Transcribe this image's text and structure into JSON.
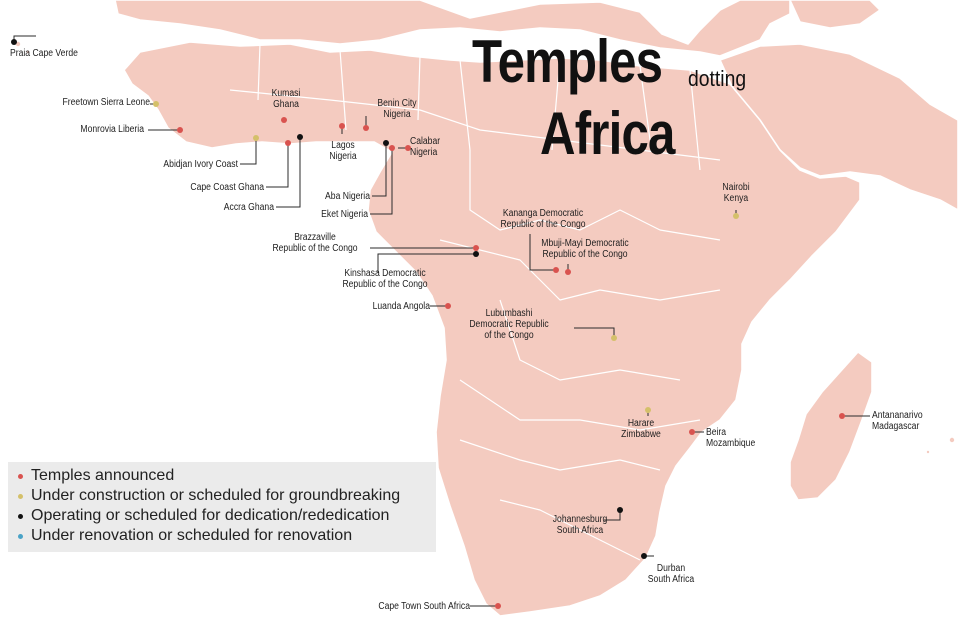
{
  "title": {
    "line1": "Temples",
    "dotting": "dotting",
    "line2": "Africa"
  },
  "colors": {
    "land": "#f4cbc0",
    "border": "#ffffff",
    "announced": "#d9534f",
    "under_construction": "#d4c06a",
    "operating": "#111111",
    "renovation": "#4aa3c7"
  },
  "legend": {
    "announced": "Temples announced",
    "under_construction": "Under construction or scheduled for groundbreaking",
    "operating": "Operating or scheduled for dedication/rededication",
    "renovation": "Under renovation or scheduled for renovation"
  },
  "temples": [
    {
      "id": "praia",
      "line1": "Praia Cape Verde",
      "line2": "",
      "status": "operating"
    },
    {
      "id": "freetown",
      "line1": "Freetown Sierra Leone",
      "line2": "",
      "status": "under_construction"
    },
    {
      "id": "monrovia",
      "line1": "Monrovia Liberia",
      "line2": "",
      "status": "announced"
    },
    {
      "id": "abidjan",
      "line1": "Abidjan Ivory Coast",
      "line2": "",
      "status": "under_construction"
    },
    {
      "id": "kumasi",
      "line1": "Kumasi",
      "line2": "Ghana",
      "status": "announced"
    },
    {
      "id": "capecoast",
      "line1": "Cape Coast Ghana",
      "line2": "",
      "status": "announced"
    },
    {
      "id": "accra",
      "line1": "Accra Ghana",
      "line2": "",
      "status": "operating"
    },
    {
      "id": "lagos",
      "line1": "Lagos",
      "line2": "Nigeria",
      "status": "announced"
    },
    {
      "id": "benin",
      "line1": "Benin City",
      "line2": "Nigeria",
      "status": "announced"
    },
    {
      "id": "calabar",
      "line1": "Calabar",
      "line2": "Nigeria",
      "status": "announced"
    },
    {
      "id": "aba",
      "line1": "Aba Nigeria",
      "line2": "",
      "status": "operating"
    },
    {
      "id": "eket",
      "line1": "Eket Nigeria",
      "line2": "",
      "status": "announced"
    },
    {
      "id": "kananga",
      "line1": "Kananga Democratic",
      "line2": "Republic of the Congo",
      "status": "announced"
    },
    {
      "id": "mbuji",
      "line1": "Mbuji-Mayi Democratic",
      "line2": "Republic of the Congo",
      "status": "announced"
    },
    {
      "id": "brazzaville",
      "line1": "Brazzaville",
      "line2": "Republic of the Congo",
      "status": "announced"
    },
    {
      "id": "kinshasa",
      "line1": "Kinshasa Democratic",
      "line2": "Republic of the Congo",
      "status": "operating"
    },
    {
      "id": "luanda",
      "line1": "Luanda Angola",
      "line2": "",
      "status": "announced"
    },
    {
      "id": "lubumbashi",
      "line1": "Lubumbashi",
      "line2": "Democratic Republic",
      "line3": "of the Congo",
      "status": "under_construction"
    },
    {
      "id": "nairobi",
      "line1": "Nairobi",
      "line2": "Kenya",
      "status": "under_construction"
    },
    {
      "id": "harare",
      "line1": "Harare",
      "line2": "Zimbabwe",
      "status": "under_construction"
    },
    {
      "id": "beira",
      "line1": "Beira",
      "line2": "Mozambique",
      "status": "announced"
    },
    {
      "id": "antananarivo",
      "line1": "Antananarivo",
      "line2": "Madagascar",
      "status": "announced"
    },
    {
      "id": "johannesburg",
      "line1": "Johannesburg",
      "line2": "South Africa",
      "status": "operating"
    },
    {
      "id": "durban",
      "line1": "Durban",
      "line2": "South Africa",
      "status": "operating"
    },
    {
      "id": "capetown",
      "line1": "Cape Town South Africa",
      "line2": "",
      "status": "announced"
    }
  ]
}
